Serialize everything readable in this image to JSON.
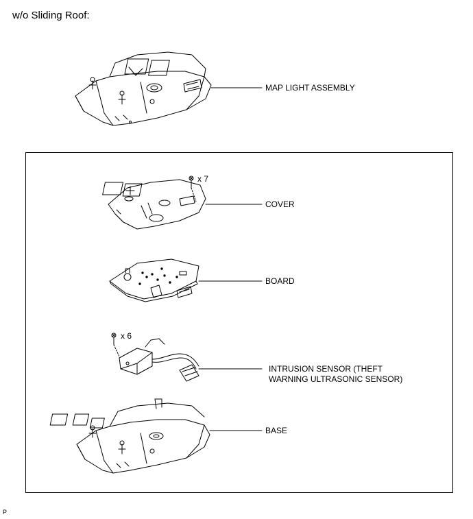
{
  "header": {
    "title": "w/o Sliding Roof:"
  },
  "labels": {
    "map_light": "MAP LIGHT ASSEMBLY",
    "cover": "COVER",
    "board": "BOARD",
    "sensor_line1": "INTRUSION SENSOR (THEFT",
    "sensor_line2": "WARNING ULTRASONIC SENSOR)",
    "base": "BASE"
  },
  "counts": {
    "cover_screws": "x 7",
    "sensor_screws": "x 6"
  },
  "figure_id": "P"
}
